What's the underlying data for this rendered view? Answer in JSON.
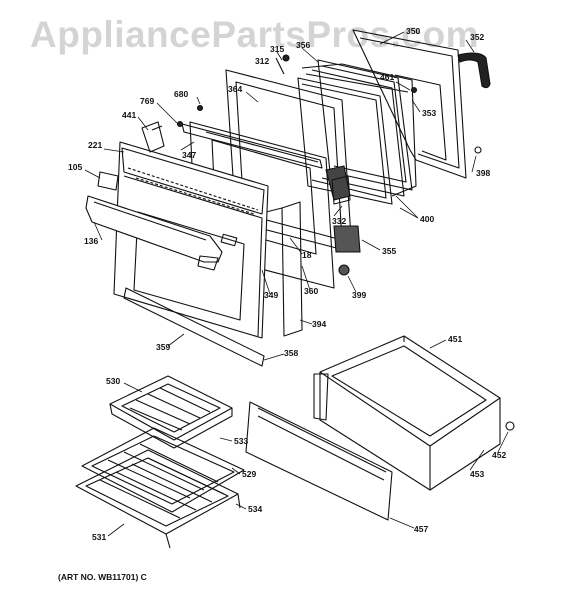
{
  "watermark": "AppliancePartsPros.com",
  "footer": "(ART NO. WB11701) C",
  "callouts": {
    "p350": "350",
    "p352": "352",
    "p315": "315",
    "p356": "356",
    "p312": "312",
    "p461": "461",
    "p364": "364",
    "p680": "680",
    "p353": "353",
    "p769": "769",
    "p441": "441",
    "p221": "221",
    "p347": "347",
    "p398": "398",
    "p105": "105",
    "p332": "332",
    "p400": "400",
    "p136": "136",
    "p18": "18",
    "p355": "355",
    "p349": "349",
    "p360": "360",
    "p399": "399",
    "p394": "394",
    "p451": "451",
    "p359": "359",
    "p358": "358",
    "p530": "530",
    "p533": "533",
    "p529": "529",
    "p452": "452",
    "p453": "453",
    "p534": "534",
    "p531": "531",
    "p457": "457"
  }
}
